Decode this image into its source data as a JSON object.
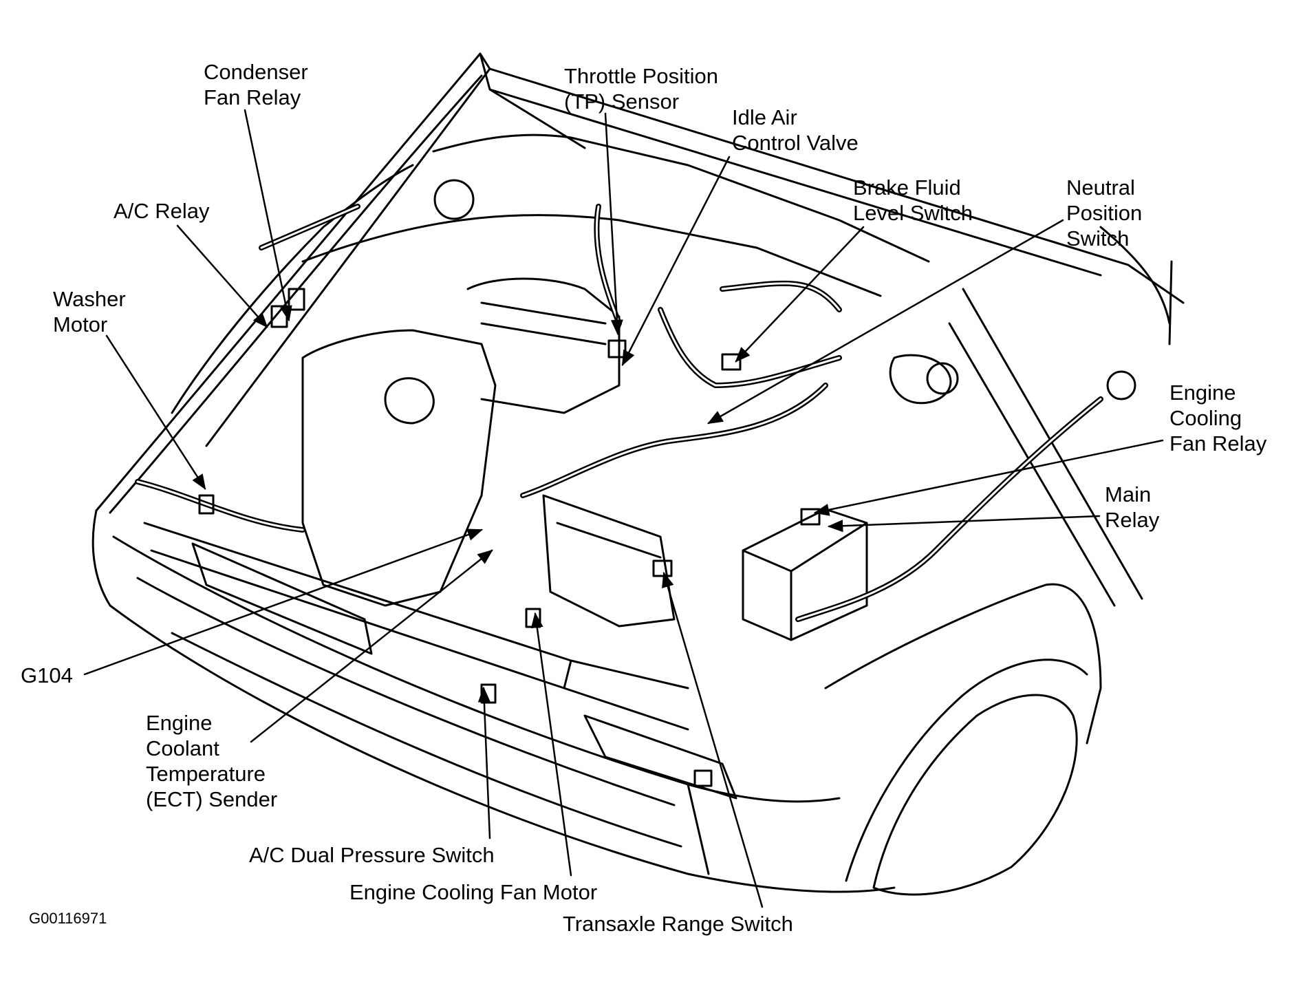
{
  "callouts": {
    "condenser_fan_relay": [
      "Condenser",
      "Fan Relay"
    ],
    "ac_relay": [
      "A/C Relay"
    ],
    "washer_motor": [
      "Washer",
      "Motor"
    ],
    "throttle_position_sensor": [
      "Throttle Position",
      "(TP) Sensor"
    ],
    "idle_air_control_valve": [
      "Idle Air",
      "Control Valve"
    ],
    "brake_fluid_level_switch": [
      "Brake Fluid",
      "Level Switch"
    ],
    "neutral_position_switch": [
      "Neutral",
      "Position",
      "Switch"
    ],
    "engine_cooling_fan_relay": [
      "Engine",
      "Cooling",
      "Fan Relay"
    ],
    "main_relay": [
      "Main",
      "Relay"
    ],
    "g104": [
      "G104"
    ],
    "engine_coolant_temperature_sender": [
      "Engine",
      "Coolant",
      "Temperature",
      "(ECT) Sender"
    ],
    "ac_dual_pressure_switch": [
      "A/C Dual Pressure Switch"
    ],
    "engine_cooling_fan_motor": [
      "Engine Cooling Fan Motor"
    ],
    "transaxle_range_switch": [
      "Transaxle Range Switch"
    ]
  },
  "figure_id": "G00116971",
  "colors": {
    "ink": "#000000",
    "paper": "#ffffff"
  }
}
